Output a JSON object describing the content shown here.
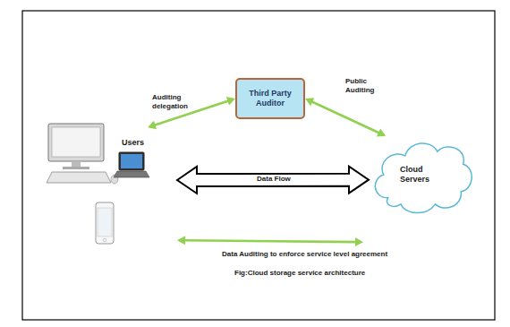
{
  "diagram": {
    "caption": "Fig:Cloud storage service architecture",
    "nodes": [
      {
        "text": [
          "Users"
        ]
      },
      {
        "text": [
          "Third Party Auditor"
        ]
      },
      {
        "text": [
          "Cloud Servers"
        ]
      }
    ],
    "edges": [
      {
        "from": 0,
        "to": 1,
        "label": "Auditing delegation",
        "arrow": "both"
      },
      {
        "from": 1,
        "to": 2,
        "label": "Public Auditing",
        "arrow": "both"
      },
      {
        "from": 0,
        "to": 2,
        "label": "Data Flow",
        "arrow": "both"
      },
      {
        "from": 0,
        "to": 2,
        "label": "Data Auditing to enforce service level agreement",
        "arrow": "both"
      }
    ]
  }
}
